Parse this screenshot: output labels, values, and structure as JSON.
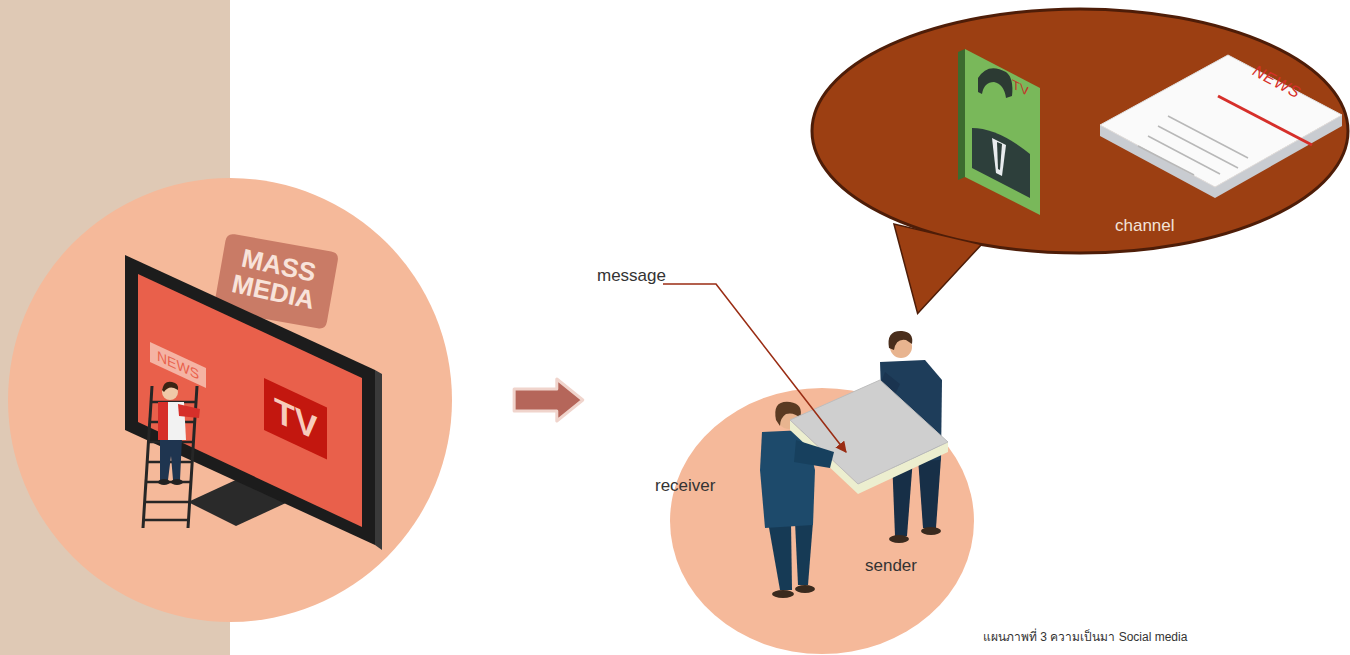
{
  "diagram": {
    "caption": "แผนภาพที่ 3 ความเป็นมา Social media",
    "nodes": [
      {
        "text": []
      },
      {
        "text": [
          "MASS MEDIA"
        ],
        "in": 0
      },
      {
        "text": [
          "NEWS",
          "TV"
        ],
        "in": 0
      },
      {
        "text": [
          "receiver",
          "sender"
        ]
      },
      {
        "text": [
          "channel"
        ]
      },
      {
        "text": [
          "TV"
        ],
        "in": 4
      },
      {
        "text": [
          "NEWS"
        ],
        "in": 4
      }
    ],
    "edges": [
      {
        "from": 0,
        "to": 3,
        "arrow": "to"
      }
    ],
    "labels": [
      "message"
    ]
  }
}
